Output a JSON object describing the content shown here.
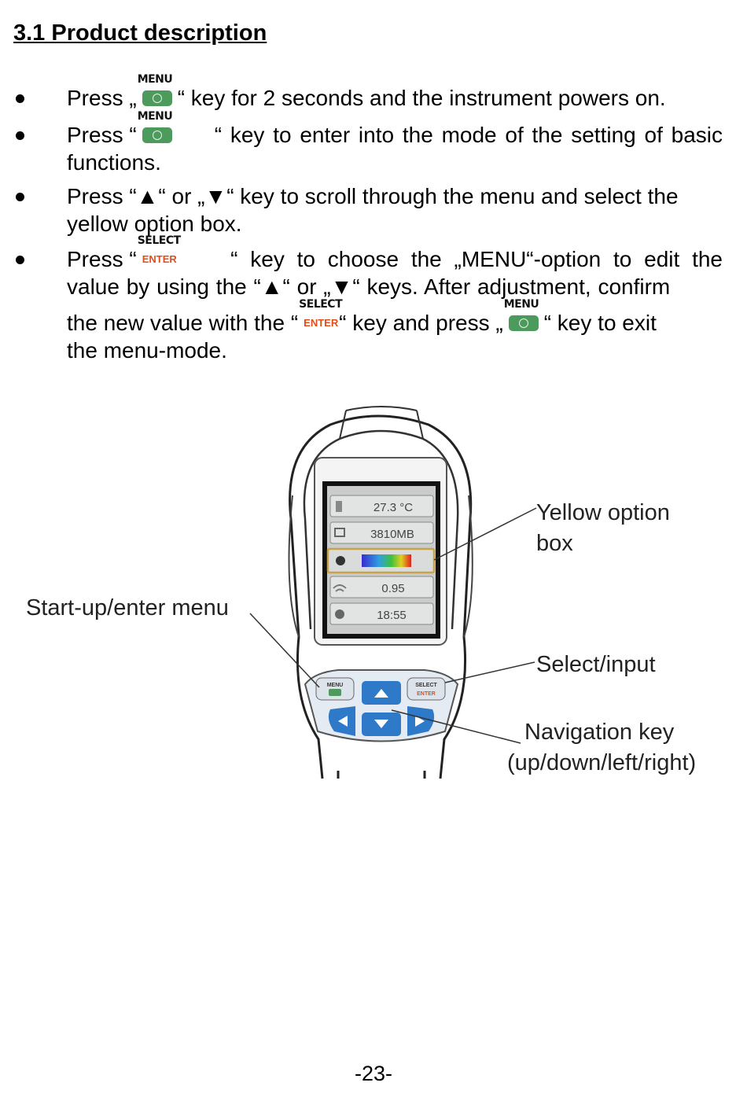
{
  "heading": "3.1 Product description",
  "bullets": {
    "b1": {
      "l1a": "Press „",
      "l1b": "“ key for 2 seconds and the instrument powers on."
    },
    "b2": {
      "l1a": "Press “",
      "l1b": "“ key to enter into the mode of the setting of basic",
      "l2": "functions."
    },
    "b3": {
      "l1": "Press “▲“ or „▼“ key to scroll through the menu and select the",
      "l2": "yellow option box."
    },
    "b4": {
      "l1a": "Press “",
      "l1b": "“ key to choose the „MENU“-option to edit the",
      "l2": "value by using the “▲“ or „▼“ keys. After adjustment, confirm",
      "l3a": "the new value with the “",
      "l3b": "“ key and press „",
      "l3c": "“ key to exit",
      "l4": "the menu-mode."
    }
  },
  "keys": {
    "menu_caption": "MENU",
    "select_caption": "SELECT",
    "enter_label": "ENTER"
  },
  "figure": {
    "screen": {
      "row1": "27.3 °C",
      "row2": "3810MB",
      "row4": "0.95",
      "row5": "18:55"
    },
    "device_keys": {
      "menu": "MENU",
      "select": "SELECT",
      "enter": "ENTER"
    },
    "callouts": {
      "yellow1": "Yellow option",
      "yellow2": "box",
      "startup": "Start-up/enter menu",
      "select": "Select/input",
      "nav1": "Navigation key",
      "nav2": "(up/down/left/right)"
    }
  },
  "page_number": "-23-"
}
